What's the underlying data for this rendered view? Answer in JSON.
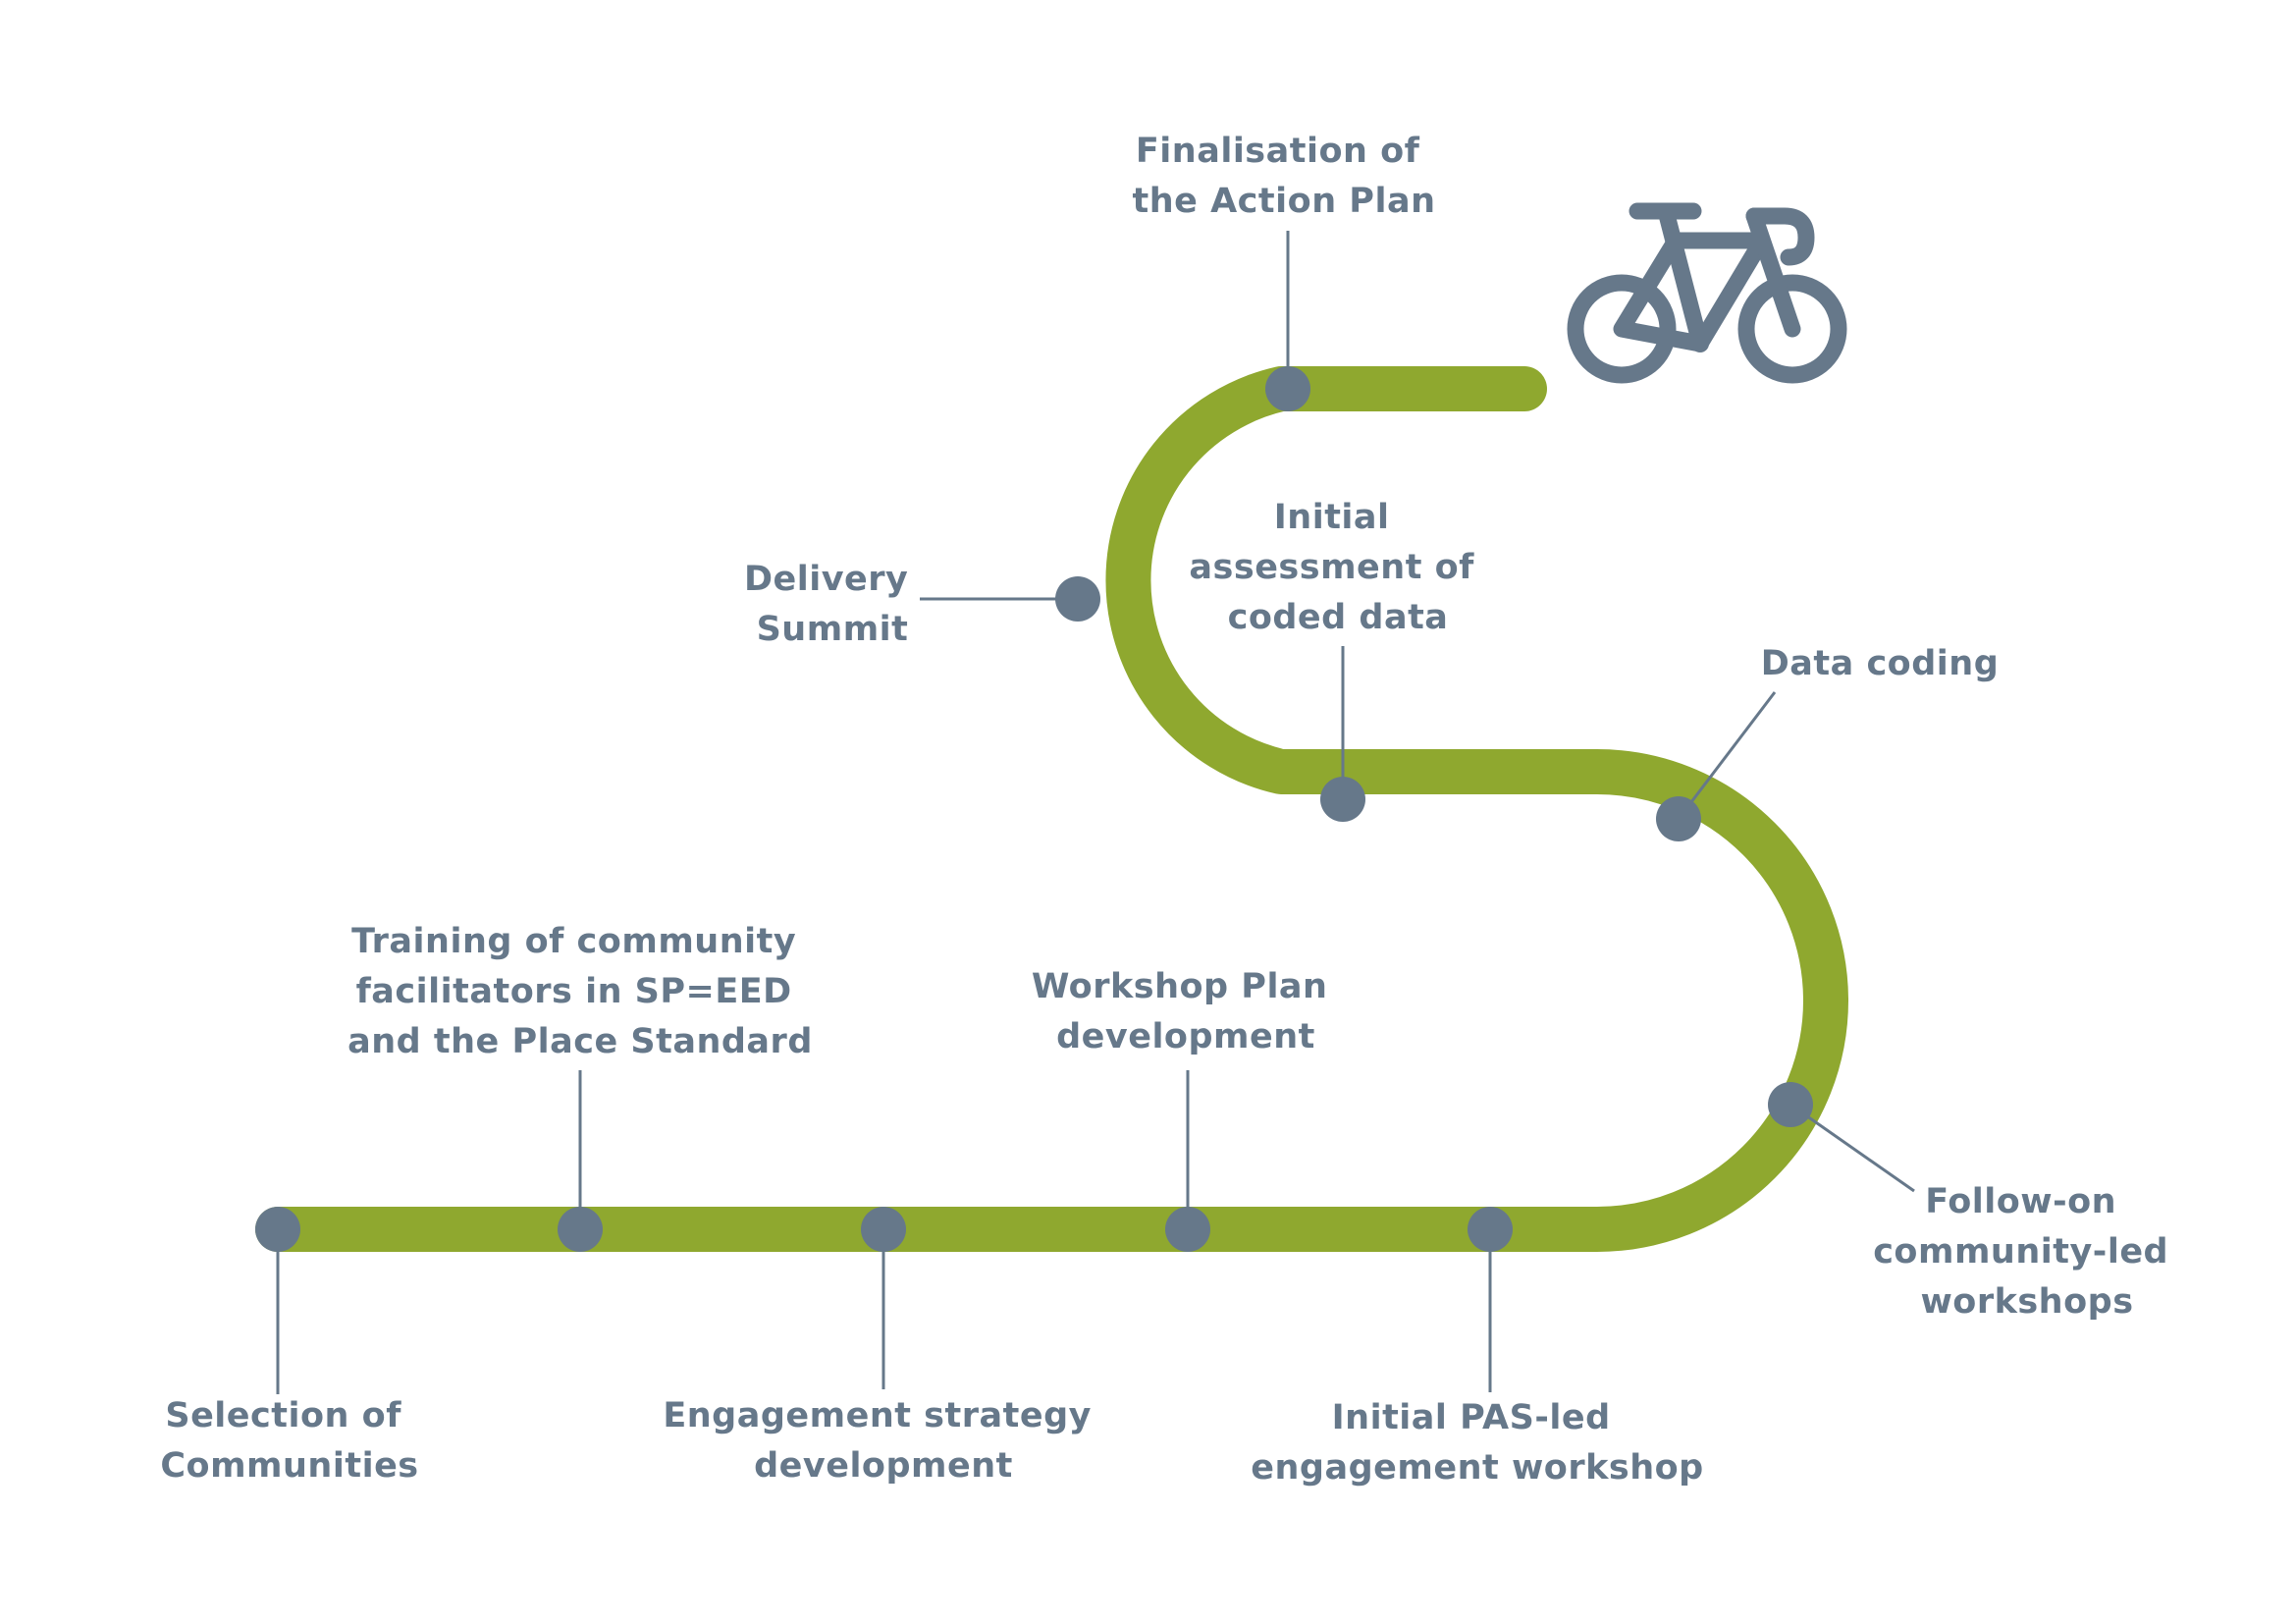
{
  "colors": {
    "road": "#8fa82f",
    "marker": "#66788a",
    "text": "#66788a",
    "background": "#ffffff"
  },
  "icon": "bicycle-icon",
  "milestones": [
    {
      "id": "selection",
      "lines": [
        "Selection of",
        "Communities"
      ]
    },
    {
      "id": "training",
      "lines": [
        "Training of community",
        "facilitators in SP=EED",
        "and the Place Standard"
      ]
    },
    {
      "id": "engagement",
      "lines": [
        "Engagement strategy",
        "development"
      ]
    },
    {
      "id": "workshop",
      "lines": [
        "Workshop Plan",
        "development"
      ]
    },
    {
      "id": "initial-pas",
      "lines": [
        "Initial PAS-led",
        "engagement workshop"
      ]
    },
    {
      "id": "follow-on",
      "lines": [
        "Follow-on",
        "community-led",
        "workshops"
      ]
    },
    {
      "id": "data-coding",
      "lines": [
        "Data coding"
      ]
    },
    {
      "id": "assessment",
      "lines": [
        "Initial",
        "assessment of",
        "coded data"
      ]
    },
    {
      "id": "delivery",
      "lines": [
        "Delivery",
        "Summit"
      ]
    },
    {
      "id": "finalisation",
      "lines": [
        "Finalisation of",
        "the Action Plan"
      ]
    }
  ]
}
